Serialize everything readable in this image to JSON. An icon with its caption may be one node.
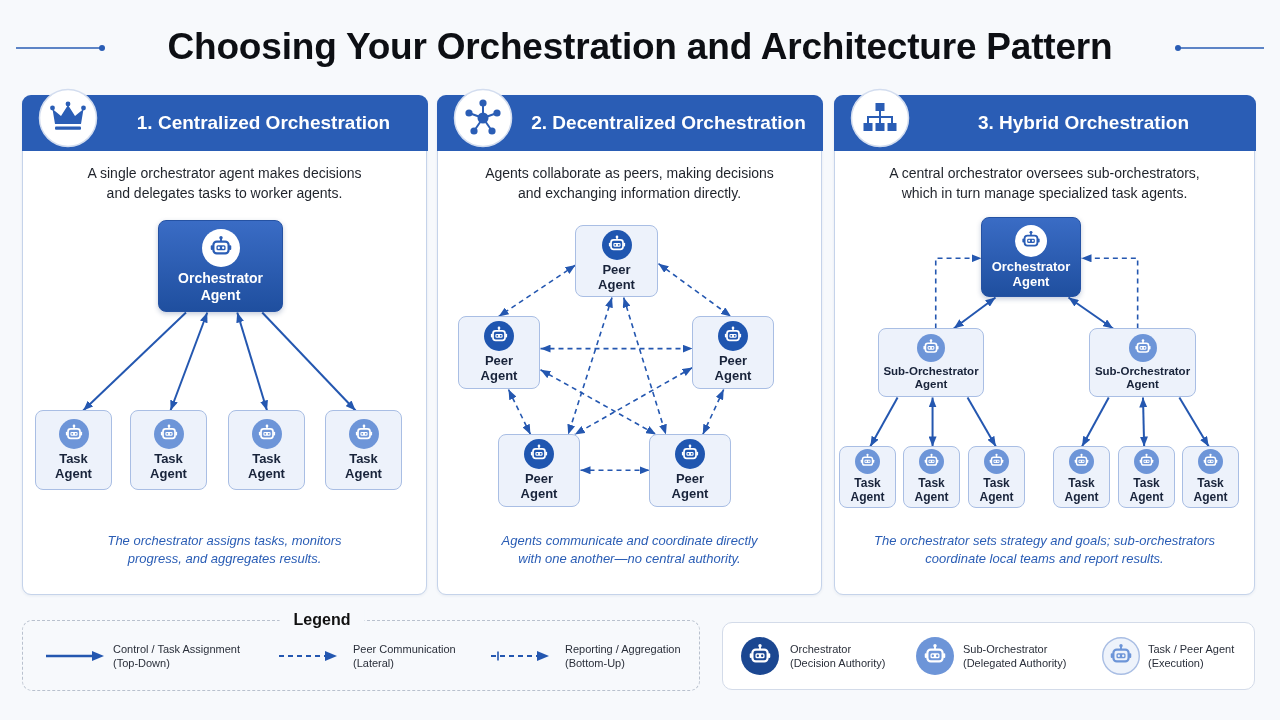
{
  "diagram": {
    "title": "Choosing Your Orchestration and Architecture Pattern",
    "nodes": [
      {
        "text": [
          "1. Centralized Orchestration",
          "A single orchestrator agent makes decisions and delegates tasks to worker agents.",
          "The orchestrator assigns tasks, monitors progress, and aggregates results."
        ]
      },
      {
        "text": [
          "Orchestrator Agent"
        ],
        "in": 0
      },
      {
        "text": [
          "Task Agent"
        ],
        "in": 0
      },
      {
        "text": [
          "Task Agent"
        ],
        "in": 0
      },
      {
        "text": [
          "Task Agent"
        ],
        "in": 0
      },
      {
        "text": [
          "Task Agent"
        ],
        "in": 0
      },
      {
        "text": [
          "2. Decentralized Orchestration",
          "Agents collaborate as peers, making decisions and exchanging information directly.",
          "Agents communicate and coordinate directly with one another—no central authority."
        ]
      },
      {
        "text": [
          "Peer Agent"
        ],
        "in": 6
      },
      {
        "text": [
          "Peer Agent"
        ],
        "in": 6
      },
      {
        "text": [
          "Peer Agent"
        ],
        "in": 6
      },
      {
        "text": [
          "Peer Agent"
        ],
        "in": 6
      },
      {
        "text": [
          "Peer Agent"
        ],
        "in": 6
      },
      {
        "text": [
          "3. Hybrid Orchestration",
          "A central orchestrator oversees sub-orchestrators, which in turn manage specialized task agents.",
          "The orchestrator sets strategy and goals; sub-orchestrators coordinate local teams and report results."
        ]
      },
      {
        "text": [
          "Orchestrator Agent"
        ],
        "in": 12
      },
      {
        "text": [
          "Sub-Orchestrator Agent"
        ],
        "in": 12
      },
      {
        "text": [
          "Sub-Orchestrator Agent"
        ],
        "in": 12
      },
      {
        "text": [
          "Task Agent"
        ],
        "in": 12
      },
      {
        "text": [
          "Task Agent"
        ],
        "in": 12
      },
      {
        "text": [
          "Task Agent"
        ],
        "in": 12
      },
      {
        "text": [
          "Task Agent"
        ],
        "in": 12
      },
      {
        "text": [
          "Task Agent"
        ],
        "in": 12
      },
      {
        "text": [
          "Task Agent"
        ],
        "in": 12
      }
    ],
    "edges": [
      {
        "from": 1,
        "to": 2,
        "arrow": "to"
      },
      {
        "from": 1,
        "to": 3,
        "arrow": "both"
      },
      {
        "from": 1,
        "to": 4,
        "arrow": "both"
      },
      {
        "from": 1,
        "to": 5,
        "arrow": "to"
      },
      {
        "from": 7,
        "to": 8,
        "arrow": "both",
        "style": "dashed"
      },
      {
        "from": 7,
        "to": 9,
        "arrow": "both",
        "style": "dashed"
      },
      {
        "from": 8,
        "to": 9,
        "arrow": "both",
        "style": "dashed"
      },
      {
        "from": 7,
        "to": 10,
        "arrow": "both",
        "style": "dashed"
      },
      {
        "from": 7,
        "to": 11,
        "arrow": "both",
        "style": "dashed"
      },
      {
        "from": 8,
        "to": 11,
        "arrow": "both",
        "style": "dashed"
      },
      {
        "from": 9,
        "to": 10,
        "arrow": "both",
        "style": "dashed"
      },
      {
        "from": 8,
        "to": 10,
        "arrow": "both",
        "style": "dashed"
      },
      {
        "from": 9,
        "to": 11,
        "arrow": "both",
        "style": "dashed"
      },
      {
        "from": 10,
        "to": 11,
        "arrow": "both",
        "style": "dashed"
      },
      {
        "from": 13,
        "to": 14,
        "arrow": "both"
      },
      {
        "from": 13,
        "to": 15,
        "arrow": "both"
      },
      {
        "from": 14,
        "to": 13,
        "arrow": "to",
        "style": "dashed"
      },
      {
        "from": 15,
        "to": 13,
        "arrow": "to",
        "style": "dashed"
      },
      {
        "from": 14,
        "to": 16,
        "arrow": "to"
      },
      {
        "from": 14,
        "to": 17,
        "arrow": "both"
      },
      {
        "from": 14,
        "to": 18,
        "arrow": "to"
      },
      {
        "from": 15,
        "to": 19,
        "arrow": "to"
      },
      {
        "from": 15,
        "to": 20,
        "arrow": "both"
      },
      {
        "from": 15,
        "to": 21,
        "arrow": "to"
      }
    ],
    "labels": [
      "Legend"
    ],
    "legend": [
      {
        "text": "Control / Task Assignment (Top-Down)"
      },
      {
        "text": "Peer Communication (Lateral)"
      },
      {
        "text": "Reporting / Aggregation (Bottom-Up)"
      },
      {
        "text": "Orchestrator (Decision Authority)"
      },
      {
        "text": "Sub-Orchestrator (Delegated Authority)"
      },
      {
        "text": "Task / Peer Agent (Execution)"
      }
    ]
  }
}
